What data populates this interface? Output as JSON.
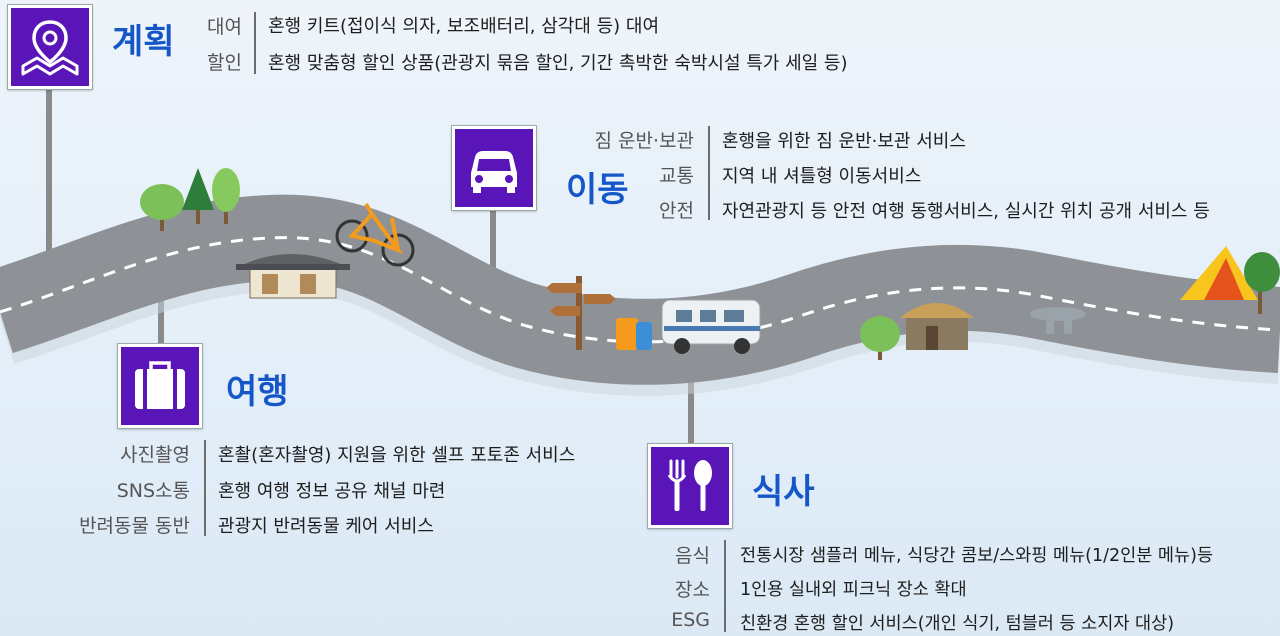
{
  "sections": {
    "plan": {
      "title": "계획",
      "rows": [
        {
          "label": "대여",
          "desc": "혼행 키트(접이식 의자, 보조배터리, 삼각대 등) 대여"
        },
        {
          "label": "할인",
          "desc": "혼행 맞춤형 할인 상품(관광지 묶음 할인, 기간 촉박한 숙박시설 특가 세일 등)"
        }
      ]
    },
    "move": {
      "title": "이동",
      "rows": [
        {
          "label": "짐 운반·보관",
          "desc": "혼행을 위한 짐 운반·보관 서비스"
        },
        {
          "label": "교통",
          "desc": "지역 내 셔틀형 이동서비스"
        },
        {
          "label": "안전",
          "desc": "자연관광지 등 안전 여행 동행서비스, 실시간 위치 공개 서비스 등"
        }
      ]
    },
    "travel": {
      "title": "여행",
      "rows": [
        {
          "label": "사진촬영",
          "desc": "혼촬(혼자촬영) 지원을 위한 셀프 포토존 서비스"
        },
        {
          "label": "SNS소통",
          "desc": "혼행 여행 정보 공유 채널 마련"
        },
        {
          "label": "반려동물 동반",
          "desc": "관광지 반려동물 케어 서비스"
        }
      ]
    },
    "meal": {
      "title": "식사",
      "rows": [
        {
          "label": "음식",
          "desc": "전통시장 샘플러 메뉴, 식당간 콤보/스와핑 메뉴(1/2인분 메뉴)등"
        },
        {
          "label": "장소",
          "desc": "1인용 실내외 피크닉 장소 확대"
        },
        {
          "label": "ESG",
          "desc": "친환경 혼행 할인 서비스(개인 식기, 텀블러 등 소지자 대상)"
        }
      ]
    }
  },
  "icons": {
    "plan": "map-pin-icon",
    "move": "car-icon",
    "travel": "suitcase-icon",
    "meal": "fork-spoon-icon"
  },
  "colors": {
    "sign": "#5a15b8",
    "title": "#1557c9",
    "road": "#8e9296"
  }
}
